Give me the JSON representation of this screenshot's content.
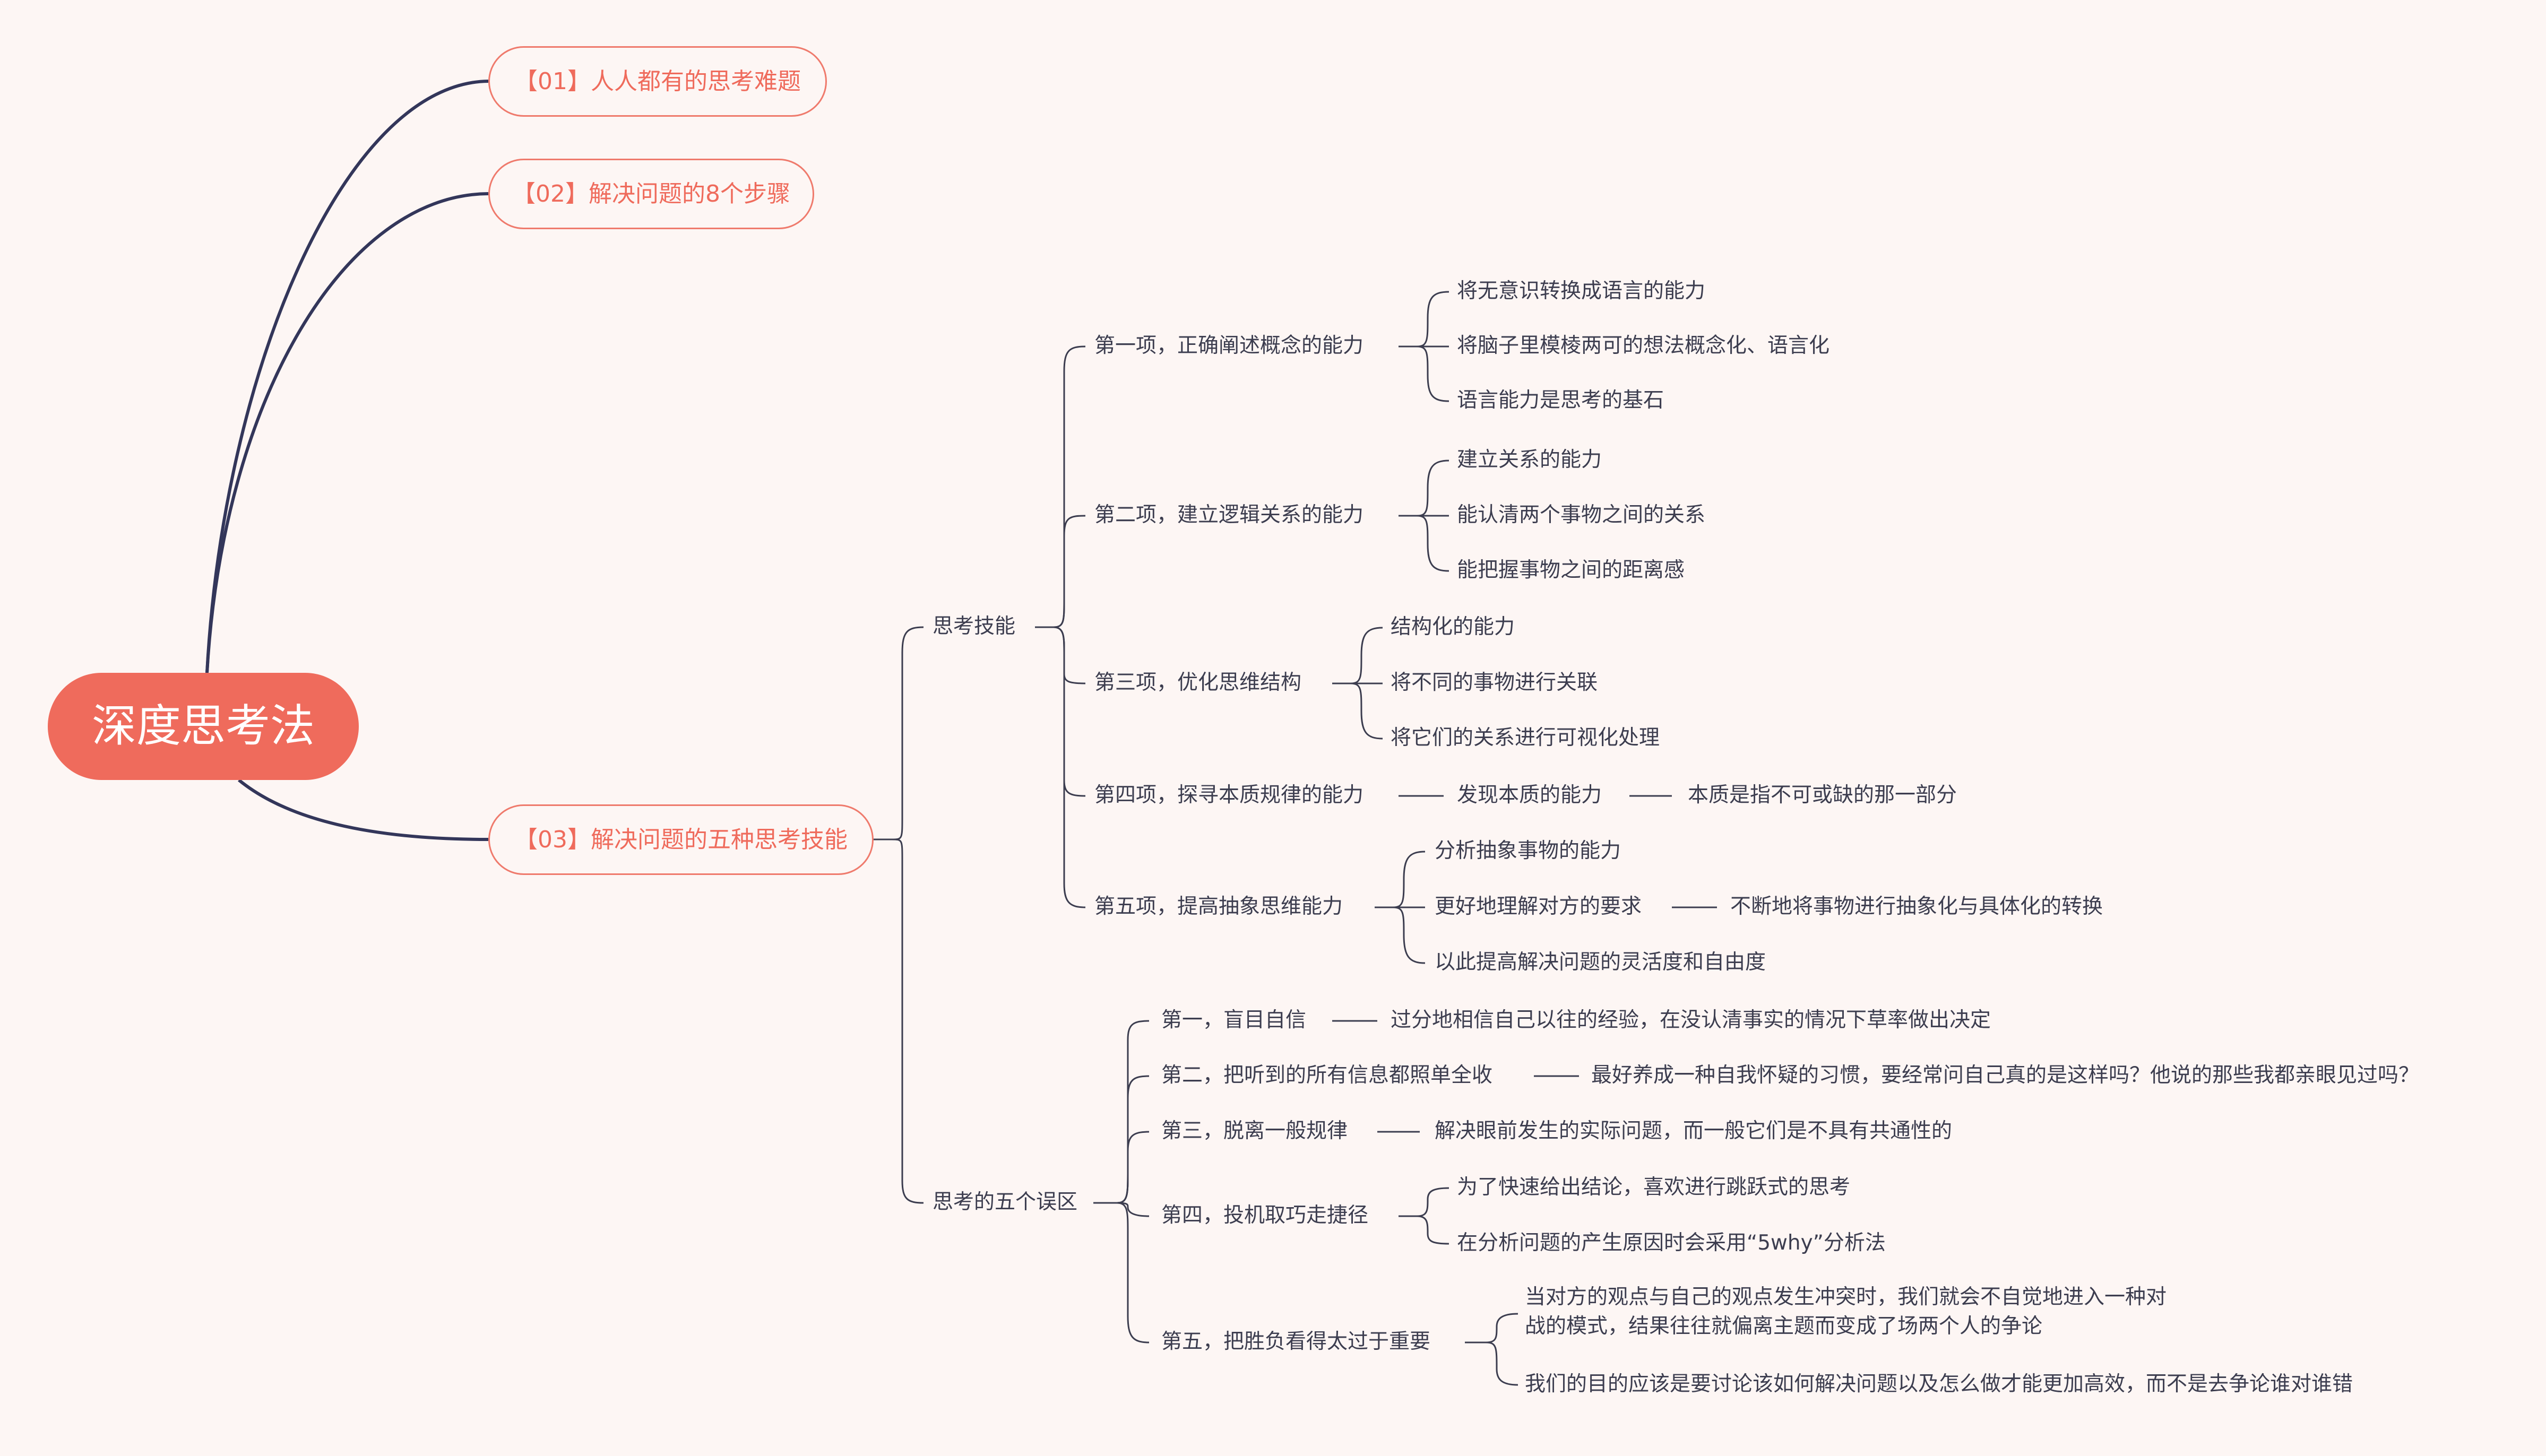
{
  "root": "深度思考法",
  "branches": [
    "【01】人人都有的思考难题",
    "【02】解决问题的8个步骤",
    "【03】解决问题的五种思考技能"
  ],
  "skills": {
    "label": "思考技能",
    "items": [
      {
        "label": "第一项，正确阐述概念的能力",
        "children": [
          "将无意识转换成语言的能力",
          "将脑子里模棱两可的想法概念化、语言化",
          "语言能力是思考的基石"
        ]
      },
      {
        "label": "第二项，建立逻辑关系的能力",
        "children": [
          "建立关系的能力",
          "能认清两个事物之间的关系",
          "能把握事物之间的距离感"
        ]
      },
      {
        "label": "第三项，优化思维结构",
        "children": [
          "结构化的能力",
          "将不同的事物进行关联",
          "将它们的关系进行可视化处理"
        ]
      },
      {
        "label": "第四项，探寻本质规律的能力",
        "child": "发现本质的能力",
        "grandchild": "本质是指不可或缺的那一部分"
      },
      {
        "label": "第五项，提高抽象思维能力",
        "children": [
          "分析抽象事物的能力",
          "更好地理解对方的要求",
          "以此提高解决问题的灵活度和自由度"
        ],
        "grandchild": "不断地将事物进行抽象化与具体化的转换"
      }
    ]
  },
  "mistakes": {
    "label": "思考的五个误区",
    "items": [
      {
        "label": "第一，盲目自信",
        "child": "过分地相信自己以往的经验，在没认清事实的情况下草率做出决定"
      },
      {
        "label": "第二，把听到的所有信息都照单全收",
        "child": "最好养成一种自我怀疑的习惯，要经常问自己真的是这样吗？他说的那些我都亲眼见过吗？"
      },
      {
        "label": "第三，脱离一般规律",
        "child": "解决眼前发生的实际问题，而一般它们是不具有共通性的"
      },
      {
        "label": "第四，投机取巧走捷径",
        "children": [
          "为了快速给出结论，喜欢进行跳跃式的思考",
          "在分析问题的产生原因时会采用“5why”分析法"
        ]
      },
      {
        "label": "第五，把胜负看得太过于重要",
        "children_multiline": [
          "当对方的观点与自己的观点发生冲突时，我们就会不自觉地进入一种对",
          "战的模式，结果往往就偏离主题而变成了场两个人的争论"
        ],
        "last": "我们的目的应该是要讨论该如何解决问题以及怎么做才能更加高效，而不是去争论谁对谁错"
      }
    ]
  },
  "colors": {
    "background": "#fdf6f4",
    "accent": "#ef6b5c",
    "line": "#3c3d4f",
    "text": "#3c3d4f"
  }
}
